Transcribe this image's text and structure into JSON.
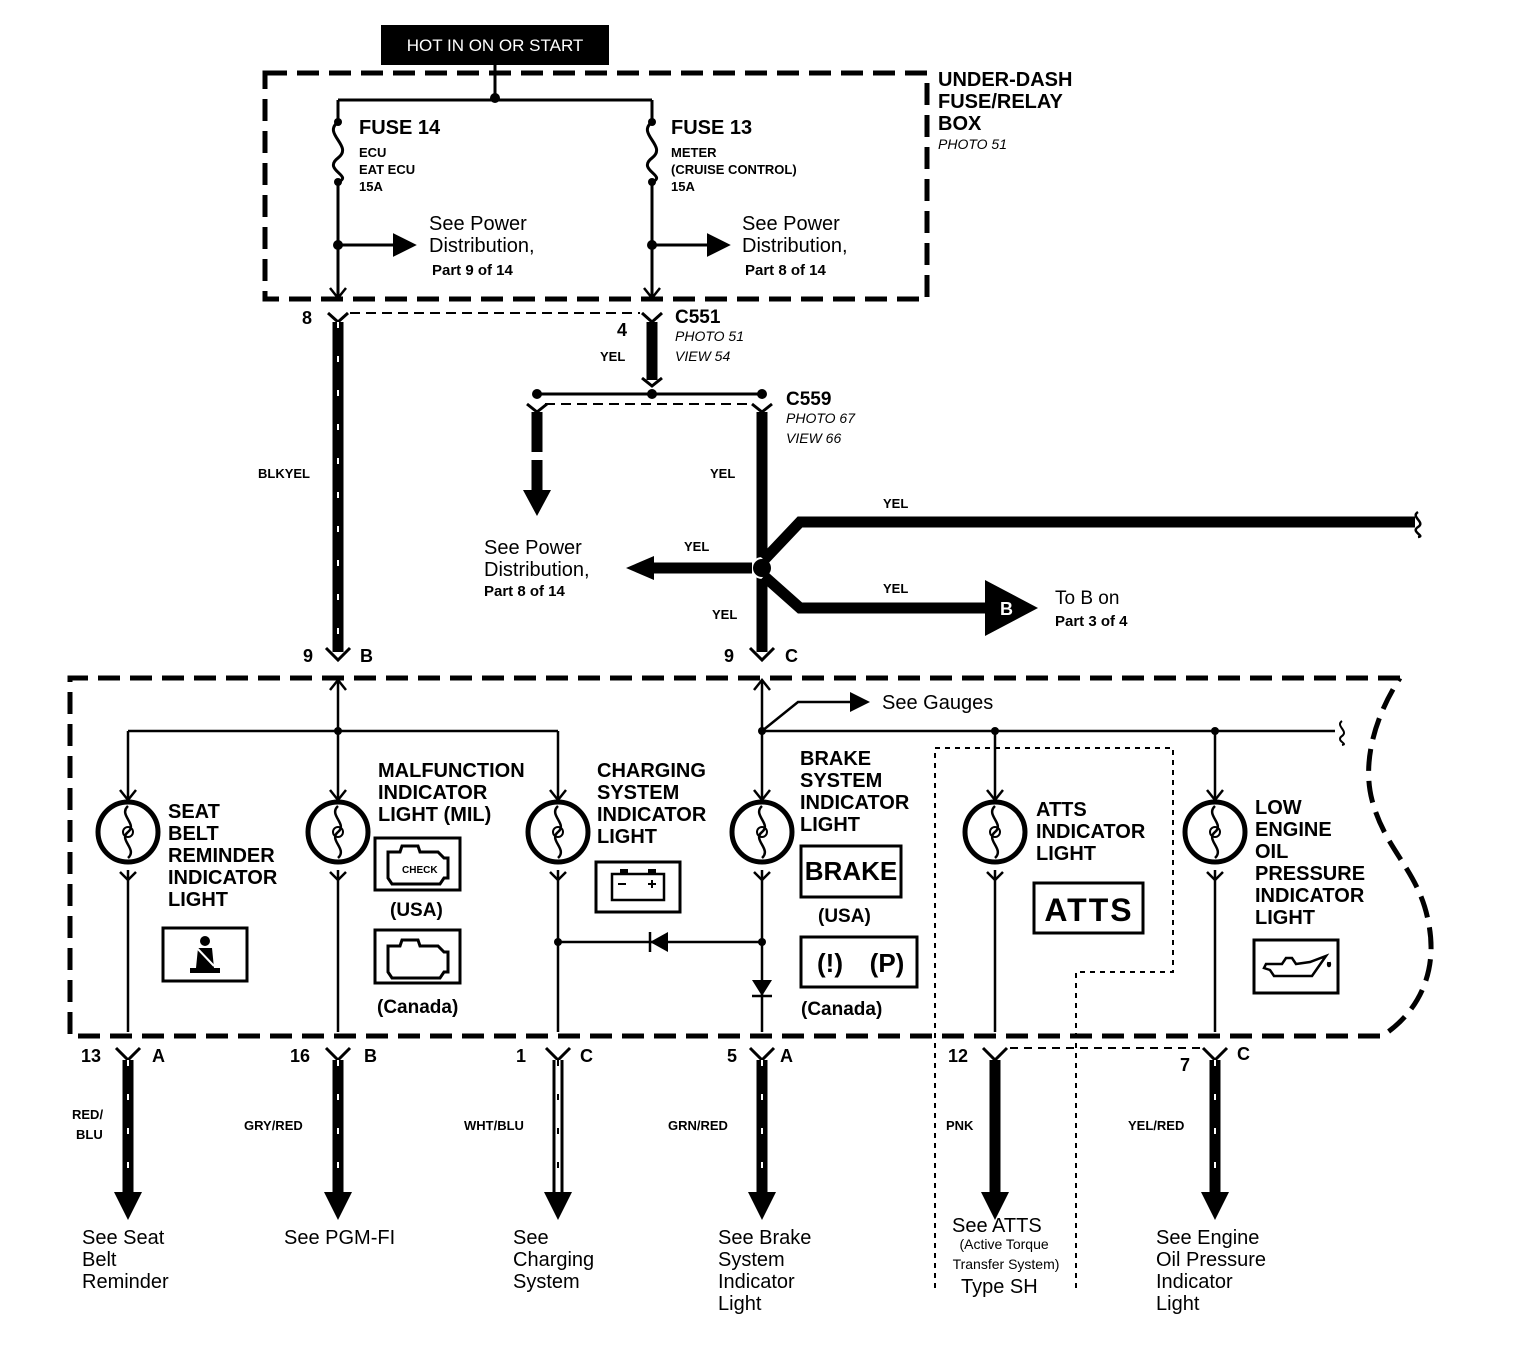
{
  "power": {
    "label": "HOT IN ON OR START"
  },
  "fuse_box": {
    "title": [
      "UNDER-DASH",
      "FUSE/RELAY",
      "BOX"
    ],
    "photo": "PHOTO 51"
  },
  "fuse14": {
    "name": "FUSE 14",
    "lines": [
      "ECU",
      "EAT ECU",
      "15A"
    ]
  },
  "fuse13": {
    "name": "FUSE 13",
    "lines": [
      "METER",
      "(CRUISE CONTROL)",
      "15A"
    ]
  },
  "refs": {
    "pd9": [
      "See Power",
      "Distribution,",
      "Part 9 of 14"
    ],
    "pd8": [
      "See Power",
      "Distribution,",
      "Part 8 of 14"
    ],
    "pd8b": [
      "See Power",
      "Distribution,",
      "Part 8 of 14"
    ],
    "tob": [
      "To B on",
      "Part 3 of 4"
    ],
    "gauges": "See Gauges"
  },
  "connectors": {
    "c551": {
      "name": "C551",
      "photo": "PHOTO 51",
      "view": "VIEW 54",
      "pin_left": "8",
      "pin_right": "4"
    },
    "c559": {
      "name": "C559",
      "photo": "PHOTO 67",
      "view": "VIEW 66"
    }
  },
  "wires": {
    "blkyel": "BLKYEL",
    "yel1": "YEL",
    "yel2": "YEL",
    "yel3": "YEL",
    "yel4": "YEL",
    "yel5": "YEL",
    "yel6": "YEL"
  },
  "top_pins": {
    "p9b_num": "9",
    "p9b_letter": "B",
    "p9c_num": "9",
    "p9c_letter": "C"
  },
  "junction": {
    "letter": "B"
  },
  "lights": {
    "seat": [
      "SEAT",
      "BELT",
      "REMINDER",
      "INDICATOR",
      "LIGHT"
    ],
    "mil": [
      "MALFUNCTION",
      "INDICATOR",
      "LIGHT (MIL)"
    ],
    "mil_usa": "(USA)",
    "mil_canada": "(Canada)",
    "mil_check": "CHECK",
    "charging": [
      "CHARGING",
      "SYSTEM",
      "INDICATOR",
      "LIGHT"
    ],
    "brake": [
      "BRAKE",
      "SYSTEM",
      "INDICATOR",
      "LIGHT"
    ],
    "brake_word": "BRAKE",
    "brake_usa": "(USA)",
    "brake_canada": "(Canada)",
    "brake_sym1": "(!)",
    "brake_sym2": "(P)",
    "atts": [
      "ATTS",
      "INDICATOR",
      "LIGHT"
    ],
    "atts_word": "ATTS",
    "oil": [
      "LOW",
      "ENGINE",
      "OIL",
      "PRESSURE",
      "INDICATOR",
      "LIGHT"
    ]
  },
  "bottom_pins": [
    {
      "num": "13",
      "letter": "A",
      "color": [
        "RED/",
        "BLU"
      ],
      "dest": [
        "See Seat",
        "Belt",
        "Reminder"
      ]
    },
    {
      "num": "16",
      "letter": "B",
      "color": [
        "GRY/RED"
      ],
      "dest": [
        "See PGM-FI"
      ]
    },
    {
      "num": "1",
      "letter": "C",
      "color": [
        "WHT/BLU"
      ],
      "dest": [
        "See",
        "Charging",
        "System"
      ]
    },
    {
      "num": "5",
      "letter": "A",
      "color": [
        "GRN/RED"
      ],
      "dest": [
        "See Brake",
        "System",
        "Indicator",
        "Light"
      ]
    },
    {
      "num": "12",
      "letter": "",
      "color": [
        "PNK"
      ],
      "dest": [
        "See ATTS"
      ],
      "sub": [
        "(Active Torque",
        "Transfer System)"
      ],
      "type": "Type SH"
    },
    {
      "num": "7",
      "letter": "C",
      "color": [
        "YEL/RED"
      ],
      "dest": [
        "See Engine",
        "Oil Pressure",
        "Indicator",
        "Light"
      ]
    }
  ]
}
